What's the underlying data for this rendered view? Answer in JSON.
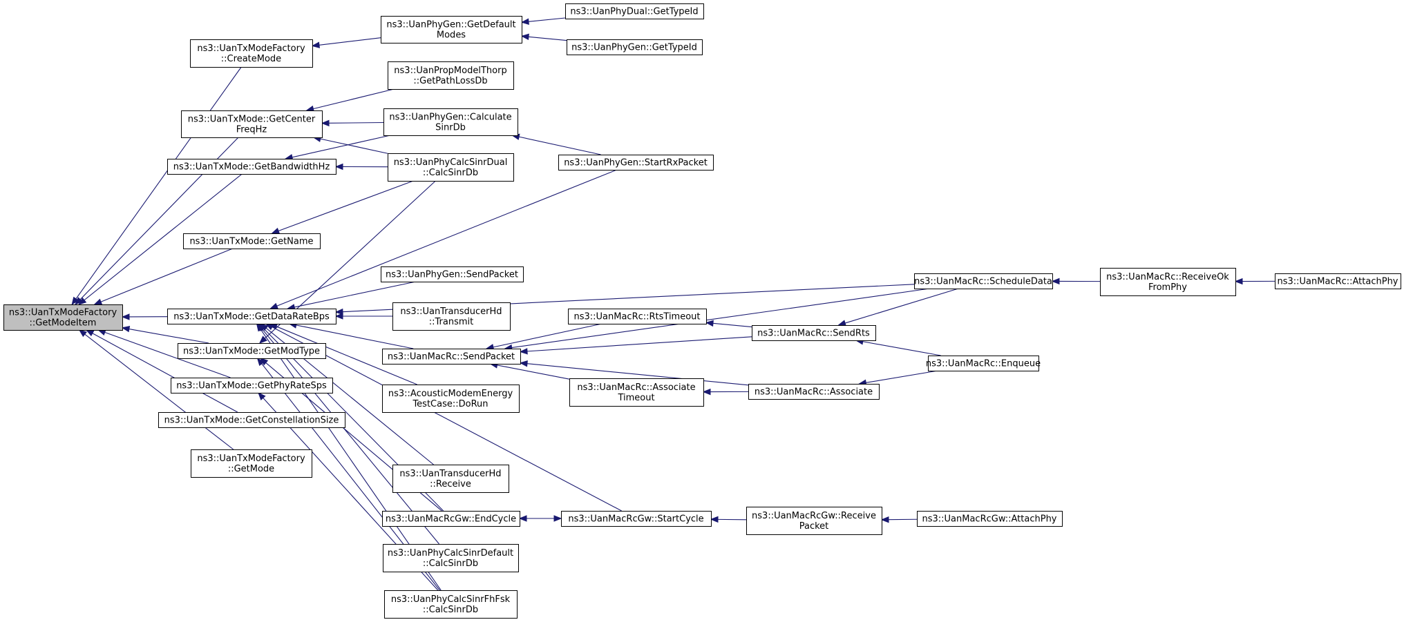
{
  "nodes": [
    {
      "id": "root",
      "lines": [
        "ns3::UanTxModeFactory",
        "::GetModeItem"
      ],
      "root": true
    },
    {
      "id": "fcreate",
      "lines": [
        "ns3::UanTxModeFactory",
        "::CreateMode"
      ]
    },
    {
      "id": "gcf",
      "lines": [
        "ns3::UanTxMode::GetCenter",
        "FreqHz"
      ]
    },
    {
      "id": "gbw",
      "lines": [
        "ns3::UanTxMode::GetBandwidthHz"
      ]
    },
    {
      "id": "gname",
      "lines": [
        "ns3::UanTxMode::GetName"
      ]
    },
    {
      "id": "gdr",
      "lines": [
        "ns3::UanTxMode::GetDataRateBps"
      ]
    },
    {
      "id": "gmt",
      "lines": [
        "ns3::UanTxMode::GetModType"
      ]
    },
    {
      "id": "gprs",
      "lines": [
        "ns3::UanTxMode::GetPhyRateSps"
      ]
    },
    {
      "id": "gcs",
      "lines": [
        "ns3::UanTxMode::GetConstellationSize"
      ]
    },
    {
      "id": "fgetmode",
      "lines": [
        "ns3::UanTxModeFactory",
        "::GetMode"
      ]
    },
    {
      "id": "gdm",
      "lines": [
        "ns3::UanPhyGen::GetDefault",
        "Modes"
      ]
    },
    {
      "id": "ppmt",
      "lines": [
        "ns3::UanPropModelThorp",
        "::GetPathLossDb"
      ]
    },
    {
      "id": "pgcs",
      "lines": [
        "ns3::UanPhyGen::Calculate",
        "SinrDb"
      ]
    },
    {
      "id": "pcsd",
      "lines": [
        "ns3::UanPhyCalcSinrDual",
        "::CalcSinrDb"
      ]
    },
    {
      "id": "pgsp",
      "lines": [
        "ns3::UanPhyGen::SendPacket"
      ]
    },
    {
      "id": "tht",
      "lines": [
        "ns3::UanTransducerHd",
        "::Transmit"
      ]
    },
    {
      "id": "mrsp",
      "lines": [
        "ns3::UanMacRc::SendPacket"
      ]
    },
    {
      "id": "amet",
      "lines": [
        "ns3::AcousticModemEnergy",
        "TestCase::DoRun"
      ]
    },
    {
      "id": "thr",
      "lines": [
        "ns3::UanTransducerHd",
        "::Receive"
      ]
    },
    {
      "id": "mgec",
      "lines": [
        "ns3::UanMacRcGw::EndCycle"
      ]
    },
    {
      "id": "pcsdef",
      "lines": [
        "ns3::UanPhyCalcSinrDefault",
        "::CalcSinrDb"
      ]
    },
    {
      "id": "pcsfh",
      "lines": [
        "ns3::UanPhyCalcSinrFhFsk",
        "::CalcSinrDb"
      ]
    },
    {
      "id": "pdti",
      "lines": [
        "ns3::UanPhyDual::GetTypeId"
      ]
    },
    {
      "id": "pgti",
      "lines": [
        "ns3::UanPhyGen::GetTypeId"
      ]
    },
    {
      "id": "pgsrx",
      "lines": [
        "ns3::UanPhyGen::StartRxPacket"
      ]
    },
    {
      "id": "mrto",
      "lines": [
        "ns3::UanMacRc::RtsTimeout"
      ]
    },
    {
      "id": "mat",
      "lines": [
        "ns3::UanMacRc::Associate",
        "Timeout"
      ]
    },
    {
      "id": "mgsc",
      "lines": [
        "ns3::UanMacRcGw::StartCycle"
      ]
    },
    {
      "id": "msd",
      "lines": [
        "ns3::UanMacRc::ScheduleData"
      ]
    },
    {
      "id": "msr",
      "lines": [
        "ns3::UanMacRc::SendRts"
      ]
    },
    {
      "id": "mas",
      "lines": [
        "ns3::UanMacRc::Associate"
      ]
    },
    {
      "id": "mgrp",
      "lines": [
        "ns3::UanMacRcGw::Receive",
        "Packet"
      ]
    },
    {
      "id": "mrok",
      "lines": [
        "ns3::UanMacRc::ReceiveOk",
        "FromPhy"
      ]
    },
    {
      "id": "menq",
      "lines": [
        "ns3::UanMacRc::Enqueue"
      ]
    },
    {
      "id": "mgap",
      "lines": [
        "ns3::UanMacRcGw::AttachPhy"
      ]
    },
    {
      "id": "map",
      "lines": [
        "ns3::UanMacRc::AttachPhy"
      ]
    }
  ],
  "edges": [
    [
      "fcreate",
      "root"
    ],
    [
      "gcf",
      "root"
    ],
    [
      "gbw",
      "root"
    ],
    [
      "gname",
      "root"
    ],
    [
      "gdr",
      "root"
    ],
    [
      "gmt",
      "root"
    ],
    [
      "gprs",
      "root"
    ],
    [
      "gcs",
      "root"
    ],
    [
      "fgetmode",
      "root"
    ],
    [
      "gdm",
      "fcreate"
    ],
    [
      "pdti",
      "gdm"
    ],
    [
      "pgti",
      "gdm"
    ],
    [
      "ppmt",
      "gcf"
    ],
    [
      "pgcs",
      "gcf"
    ],
    [
      "pcsd",
      "gcf"
    ],
    [
      "pgcs",
      "gbw"
    ],
    [
      "pcsd",
      "gbw"
    ],
    [
      "pcsd",
      "gname"
    ],
    [
      "pgsrx",
      "pgcs"
    ],
    [
      "pgsrx",
      "gdr"
    ],
    [
      "msd",
      "gdr"
    ],
    [
      "pgsp",
      "gdr"
    ],
    [
      "tht",
      "gdr"
    ],
    [
      "mrsp",
      "gdr"
    ],
    [
      "amet",
      "gdr"
    ],
    [
      "thr",
      "gdr"
    ],
    [
      "mgec",
      "gdr"
    ],
    [
      "mgsc",
      "gdr"
    ],
    [
      "pcsdef",
      "gdr"
    ],
    [
      "pcsfh",
      "gdr"
    ],
    [
      "pcsd",
      "gmt"
    ],
    [
      "mgec",
      "gmt"
    ],
    [
      "pcsfh",
      "gmt"
    ],
    [
      "pcsfh",
      "gprs"
    ],
    [
      "msd",
      "mrsp"
    ],
    [
      "mrto",
      "mrsp"
    ],
    [
      "msr",
      "mrsp"
    ],
    [
      "mat",
      "mrsp"
    ],
    [
      "mas",
      "mrsp"
    ],
    [
      "msr",
      "mrto"
    ],
    [
      "mas",
      "mat"
    ],
    [
      "mgsc",
      "mgec"
    ],
    [
      "mgec",
      "mgsc"
    ],
    [
      "mgrp",
      "mgsc"
    ],
    [
      "mgap",
      "mgrp"
    ],
    [
      "mrok",
      "msd"
    ],
    [
      "map",
      "mrok"
    ],
    [
      "msd",
      "msr"
    ],
    [
      "menq",
      "msr"
    ],
    [
      "menq",
      "mas"
    ]
  ]
}
